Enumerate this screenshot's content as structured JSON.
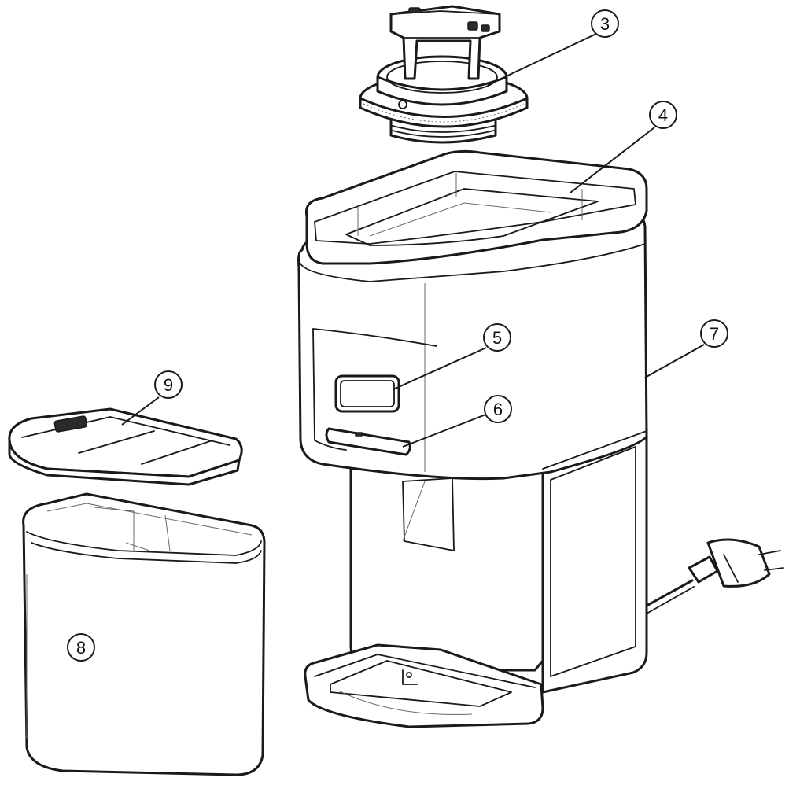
{
  "callouts": [
    {
      "id": "c3",
      "label": "3"
    },
    {
      "id": "c4",
      "label": "4"
    },
    {
      "id": "c5",
      "label": "5"
    },
    {
      "id": "c6",
      "label": "6"
    },
    {
      "id": "c7",
      "label": "7"
    },
    {
      "id": "c8",
      "label": "8"
    },
    {
      "id": "c9",
      "label": "9"
    }
  ]
}
